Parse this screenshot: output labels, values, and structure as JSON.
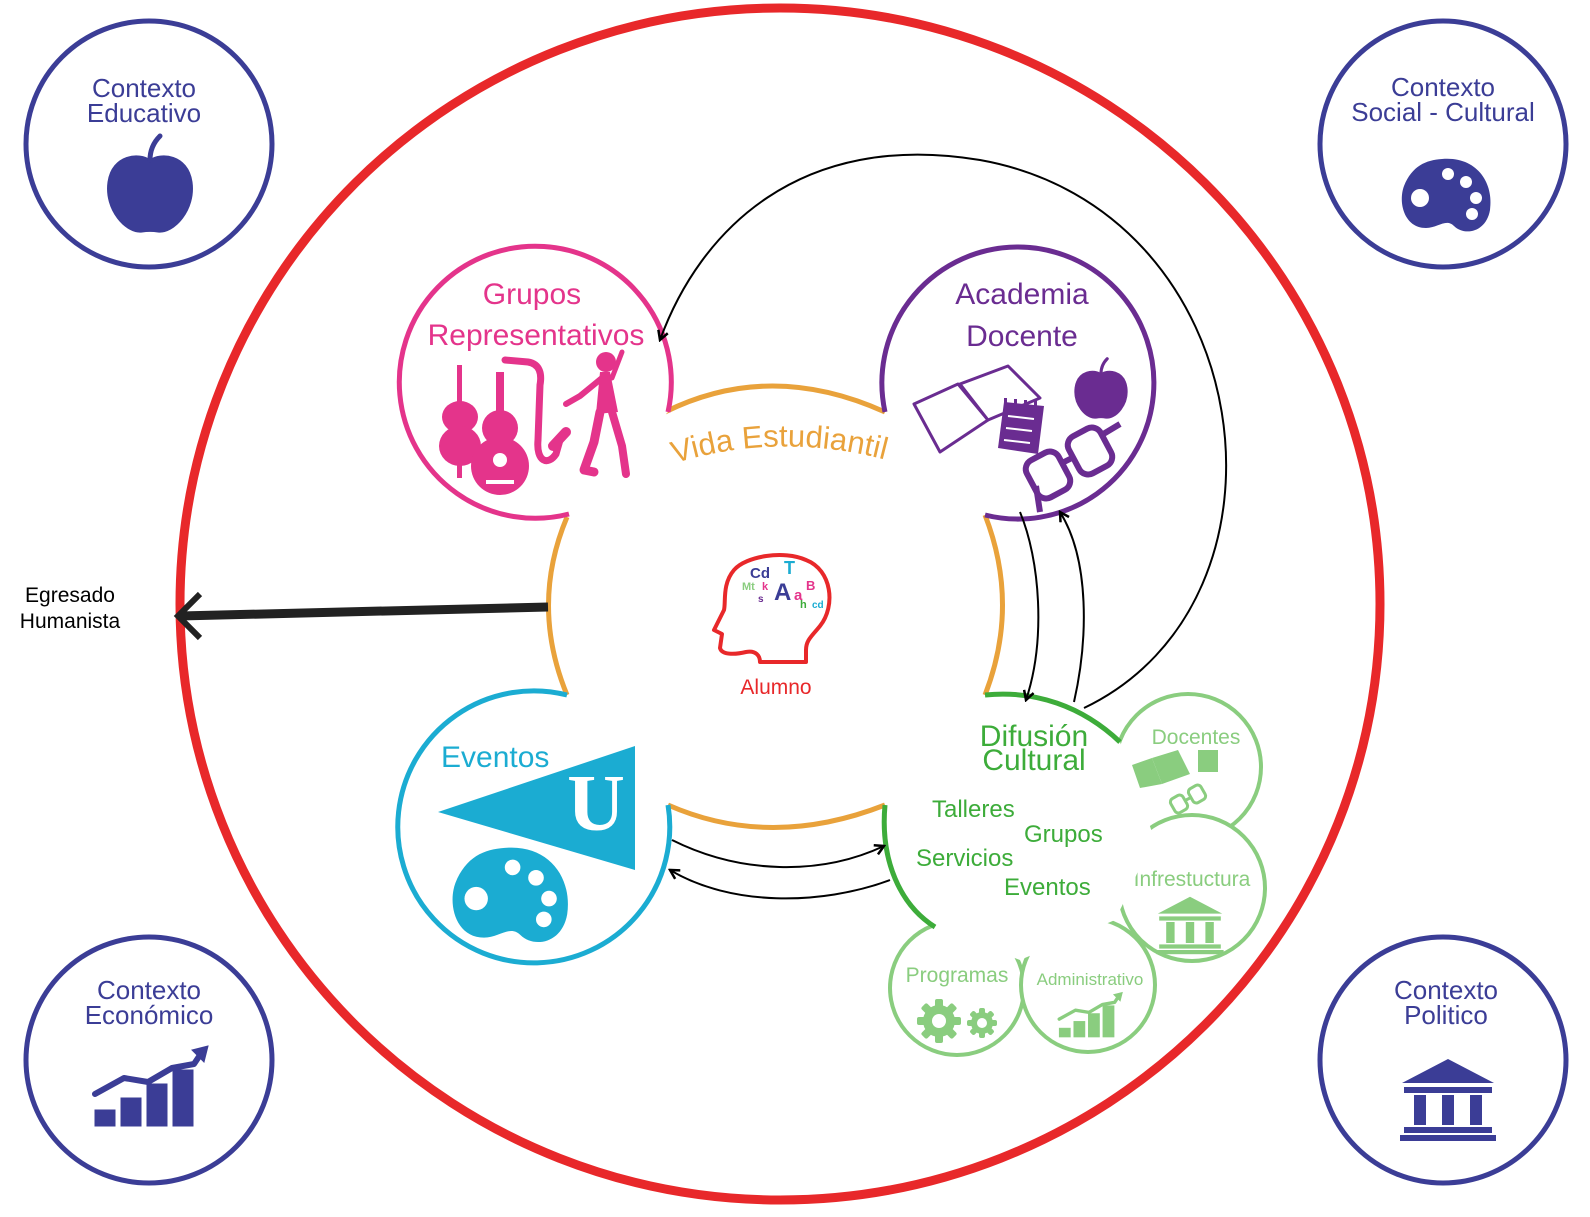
{
  "contexts": {
    "educativo": {
      "line1": "Contexto",
      "line2": "Educativo",
      "icon": "apple-icon"
    },
    "social_cultural": {
      "line1": "Contexto",
      "line2": "Social - Cultural",
      "icon": "palette-icon"
    },
    "economico": {
      "line1": "Contexto",
      "line2": "Económico",
      "icon": "growth-chart-icon"
    },
    "politico": {
      "line1": "Contexto",
      "line2": "Politico",
      "icon": "government-building-icon"
    }
  },
  "center": {
    "ring_label": "Vida Estudiantil",
    "alumno_label": "Alumno",
    "head_icon": "student-head-icon"
  },
  "egresado": {
    "line1": "Egresado",
    "line2": "Humanista"
  },
  "hubs": {
    "grupos": {
      "line1": "Grupos",
      "line2": "Representativos",
      "color": "#e4348b",
      "icons": [
        "violin-icon",
        "guitar-icon",
        "saxophone-icon",
        "dancer-icon"
      ]
    },
    "academia": {
      "line1": "Academia",
      "line2": "Docente",
      "color": "#6a2c91",
      "icons": [
        "book-icon",
        "notepad-icon",
        "apple-icon",
        "glasses-icon"
      ]
    },
    "eventos": {
      "line1": "Eventos",
      "color": "#1bacd2",
      "pennant_letter": "U",
      "icons": [
        "pennant-icon",
        "palette-icon"
      ]
    },
    "difusion": {
      "line1": "Difusión",
      "line2": "Cultural",
      "color": "#3dac3a",
      "items": [
        "Talleres",
        "Grupos",
        "Servicios",
        "Eventos"
      ]
    }
  },
  "satellites": {
    "docentes": {
      "label": "Docentes",
      "icons": [
        "book-icon",
        "notepad-icon",
        "glasses-icon"
      ]
    },
    "infraestructura": {
      "label": "Infrestuctura",
      "icon": "government-building-icon"
    },
    "programas": {
      "label": "Programas",
      "icon": "gears-icon"
    },
    "administrativo": {
      "label": "Administrativo",
      "icon": "growth-chart-icon"
    }
  },
  "colors": {
    "context": "#3b3d96",
    "outer_ring": "#e8282a",
    "connector": "#e9a23b",
    "satellite": "#8acd7f",
    "alumno": "#e8282a",
    "arrow": "#000000"
  }
}
